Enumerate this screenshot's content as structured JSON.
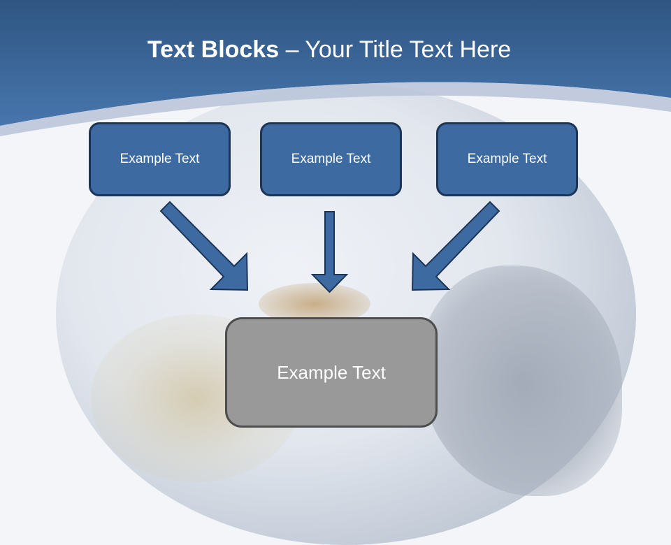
{
  "slide": {
    "title_bold": "Text Blocks",
    "title_separator": " – ",
    "title_rest": "Your Title Text Here"
  },
  "blocks": {
    "top": [
      {
        "label": "Example Text"
      },
      {
        "label": "Example Text"
      },
      {
        "label": "Example Text"
      }
    ],
    "bottom": {
      "label": "Example Text"
    }
  },
  "colors": {
    "header_top": "#2f5582",
    "header_bottom": "#4574aa",
    "block_fill": "#3d6aa0",
    "block_border": "#1c3557",
    "center_fill": "#999999",
    "center_border": "#4d4d4d",
    "arrow_fill": "#3d6aa0",
    "arrow_border": "#1c3557"
  }
}
